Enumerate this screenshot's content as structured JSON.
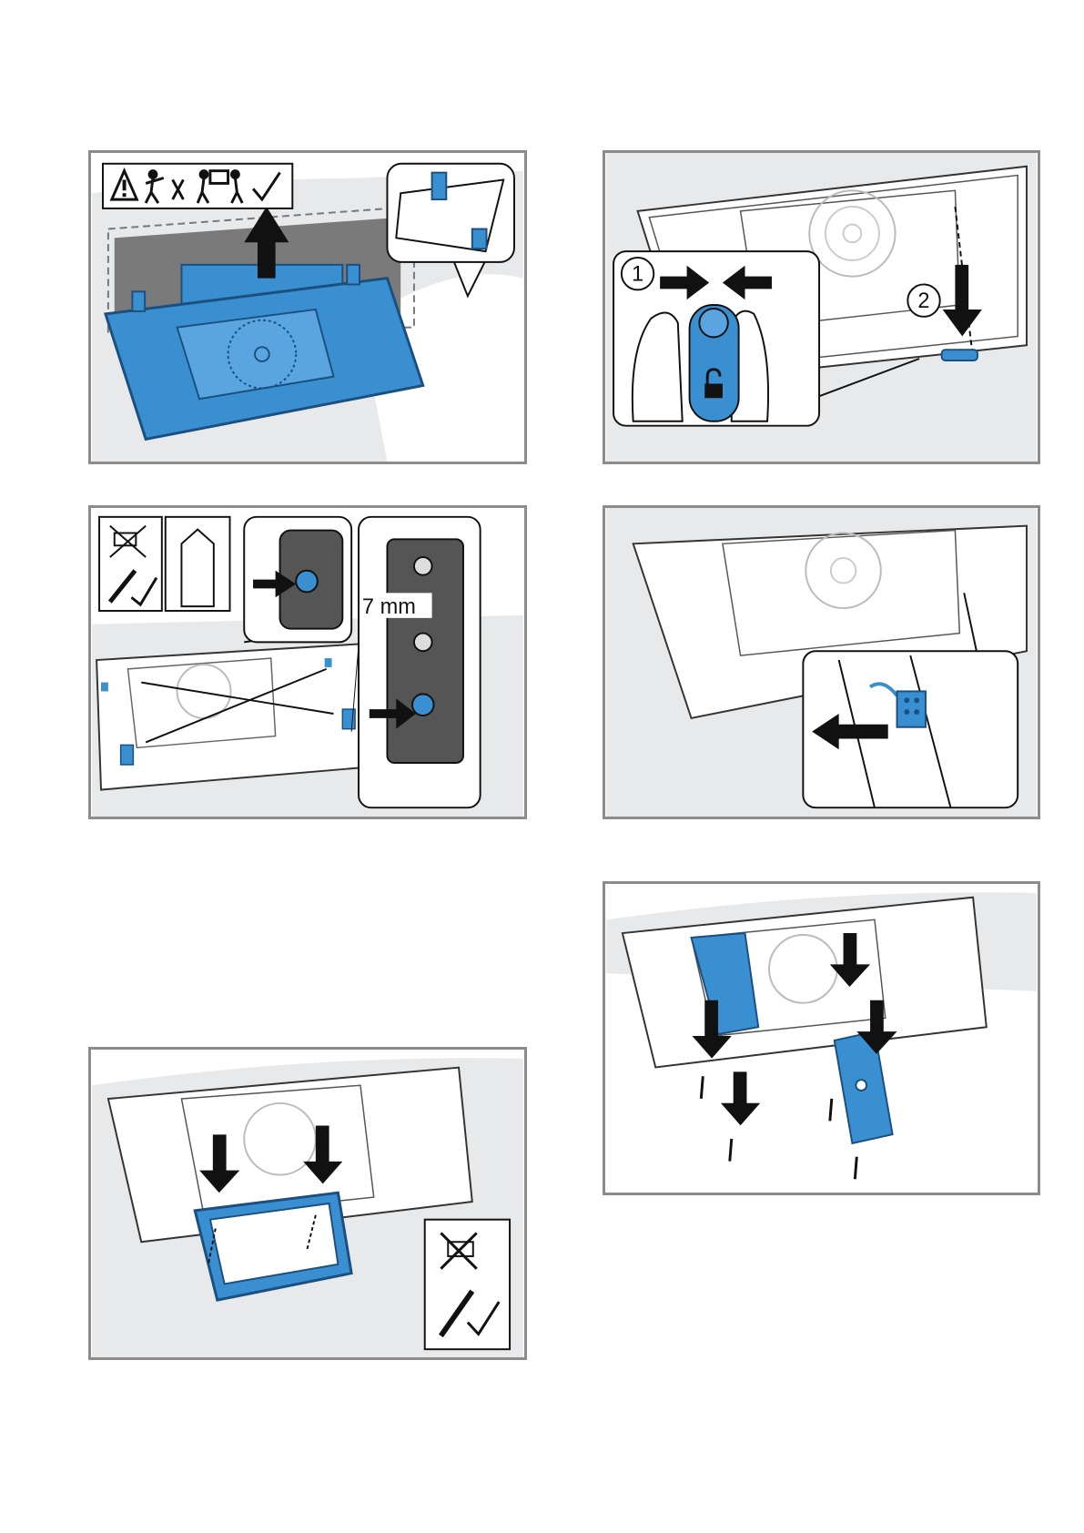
{
  "colors": {
    "accent": "#3a8fd0",
    "frame": "#8c8c8c",
    "wall": "#e8e9eb"
  },
  "panels": [
    {
      "id": "p1",
      "icons": [
        "warning-icon",
        "two-person-lift-icon"
      ]
    },
    {
      "id": "p2",
      "step_labels": [
        "1",
        "2"
      ],
      "icons": [
        "unlock-icon"
      ]
    },
    {
      "id": "p3",
      "dimension_label": "7 mm",
      "icons": [
        "no-power-drill-icon",
        "screwdriver-icon",
        "hex-bit-icon"
      ]
    },
    {
      "id": "p4",
      "icons": [
        "connector-icon"
      ]
    },
    {
      "id": "p5",
      "icons": [
        "no-power-drill-icon",
        "screwdriver-icon"
      ]
    },
    {
      "id": "p6",
      "icons": [
        "screw-icon"
      ]
    }
  ]
}
